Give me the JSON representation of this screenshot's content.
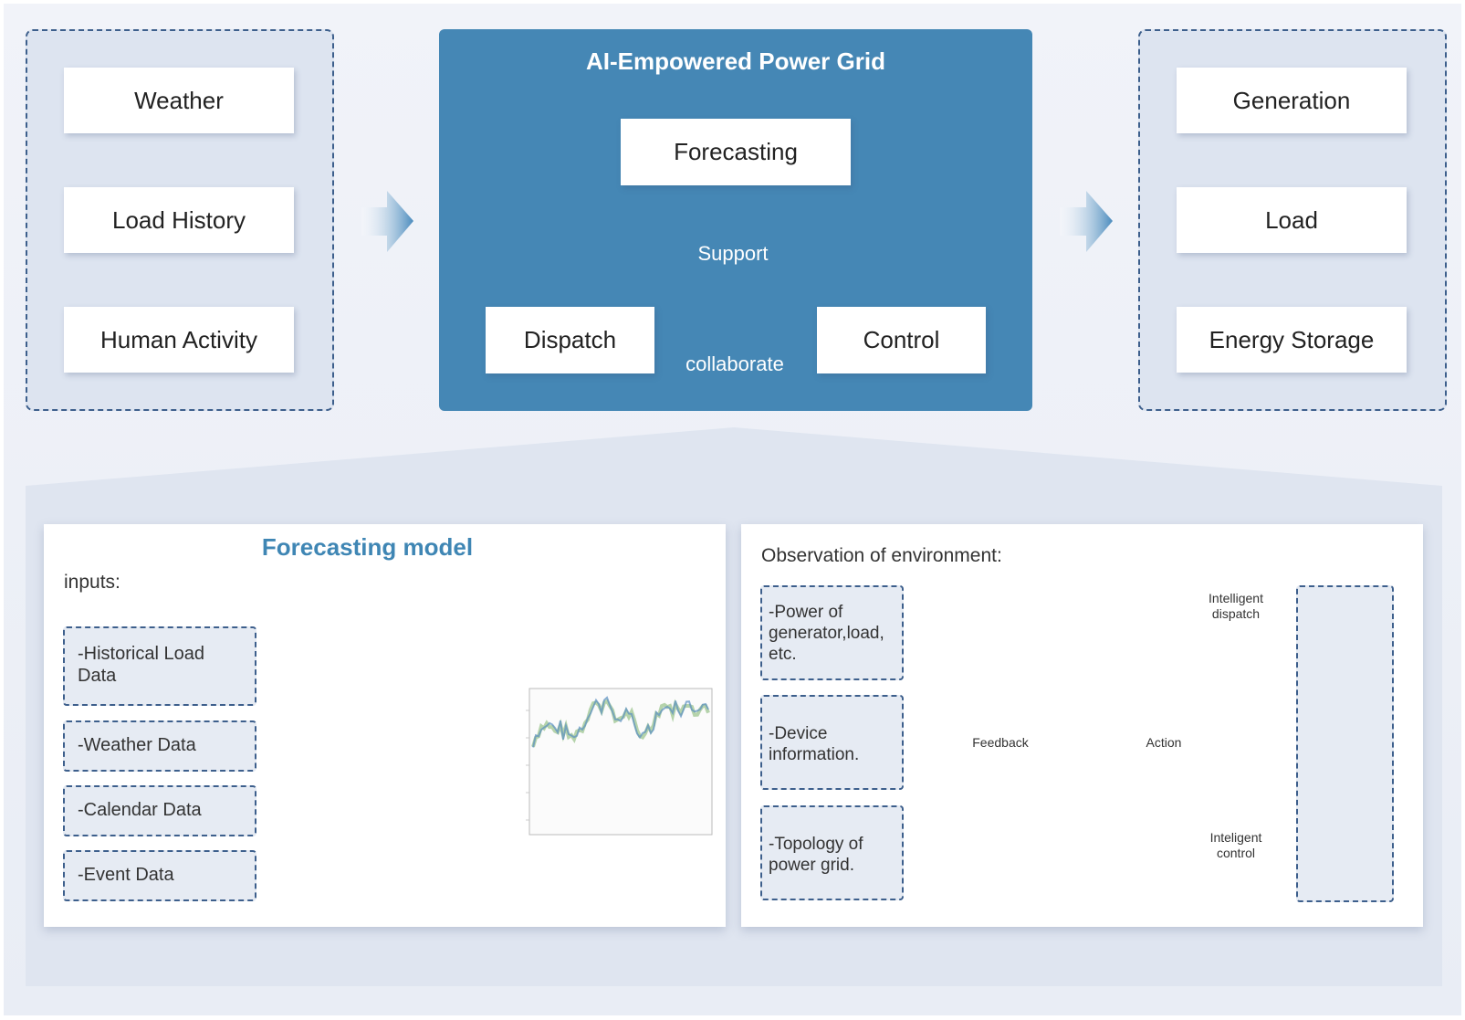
{
  "inputs_panel": {
    "items": [
      "Weather",
      "Load History",
      "Human Activity"
    ]
  },
  "center": {
    "title": "AI-Empowered Power Grid",
    "forecasting": "Forecasting",
    "dispatch": "Dispatch",
    "control": "Control",
    "support_label": "Support",
    "collaborate_label": "collaborate"
  },
  "outputs_panel": {
    "items": [
      "Generation",
      "Load",
      "Energy Storage"
    ]
  },
  "forecasting_model": {
    "title": "Forecasting model",
    "inputs_label": "inputs:",
    "inputs": [
      "-Historical Load Data",
      "-Weather Data",
      "-Calendar Data",
      "-Event Data"
    ]
  },
  "observation": {
    "title": "Observation of environment:",
    "items": [
      "-Power of generator,load, etc.",
      "-Device information.",
      "-Topology of power grid."
    ],
    "feedback_label": "Feedback",
    "action_label": "Action",
    "dispatch_label": "Intelligent dispatch",
    "control_label": "Inteligent control"
  },
  "icons": [
    "atom-icon",
    "power-tower-house-icon",
    "factory-icon",
    "solar-panel-icon",
    "wind-turbine-icon"
  ],
  "colors": {
    "accent_blue": "#4587b5",
    "dark_blue_circle": "#25608f",
    "dashed_border": "#3d5f8c",
    "panel_fill": "#dde4f0"
  }
}
